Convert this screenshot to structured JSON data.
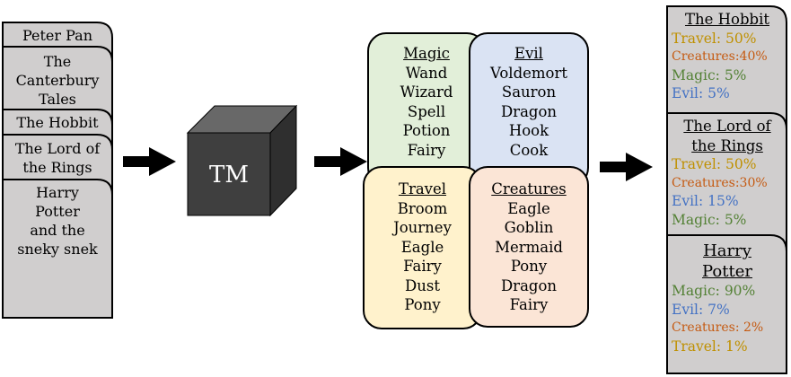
{
  "colors": {
    "doc_fill": "#d0cece",
    "magic_fill": "#e2efd9",
    "evil_fill": "#dae3f3",
    "travel_fill": "#fff2cc",
    "creatures_fill": "#fbe5d6",
    "cube_front": "#3f3f3f",
    "cube_top": "#686868",
    "cube_side": "#2f2f2f",
    "travel_text": "#bf9000",
    "creatures_text": "#c55a11",
    "magic_text": "#538135",
    "evil_text": "#4472c4"
  },
  "input_documents": [
    {
      "title": "Peter Pan"
    },
    {
      "title": "The Canterbury Tales"
    },
    {
      "title": "The Hobbit"
    },
    {
      "title": "The Lord of the Rings"
    },
    {
      "title": "Harry Potter and the sneky snek"
    }
  ],
  "input_documents_lines": [
    [
      "Peter Pan"
    ],
    [
      "The",
      "Canterbury",
      "Tales"
    ],
    [
      "The Hobbit"
    ],
    [
      "The Lord of",
      "the Rings"
    ],
    [
      "Harry",
      "Potter",
      "and the",
      "sneky snek"
    ]
  ],
  "model": {
    "label": "TM",
    "icon": "cube-icon"
  },
  "arrows": [
    {
      "icon": "arrow-right-icon"
    },
    {
      "icon": "arrow-right-icon"
    },
    {
      "icon": "arrow-right-icon"
    }
  ],
  "topics": [
    {
      "name": "Magic",
      "words": [
        "Wand",
        "Wizard",
        "Spell",
        "Potion",
        "Fairy"
      ]
    },
    {
      "name": "Evil",
      "words": [
        "Voldemort",
        "Sauron",
        "Dragon",
        "Hook",
        "Cook"
      ]
    },
    {
      "name": "Travel",
      "words": [
        "Broom",
        "Journey",
        "Eagle",
        "Fairy",
        "Dust",
        "Pony"
      ]
    },
    {
      "name": "Creatures",
      "words": [
        "Eagle",
        "Goblin",
        "Mermaid",
        "Pony",
        "Dragon",
        "Fairy"
      ]
    }
  ],
  "results": [
    {
      "title_lines": [
        "The Hobbit"
      ],
      "topics": [
        {
          "label": "Travel: 50%",
          "topic": "Travel",
          "percent": 50
        },
        {
          "label": "Creatures:40%",
          "topic": "Creatures",
          "percent": 40
        },
        {
          "label": "Magic: 5%",
          "topic": "Magic",
          "percent": 5
        },
        {
          "label": "Evil: 5%",
          "topic": "Evil",
          "percent": 5
        }
      ]
    },
    {
      "title_lines": [
        "The Lord of",
        "the Rings"
      ],
      "topics": [
        {
          "label": "Travel: 50%",
          "topic": "Travel",
          "percent": 50
        },
        {
          "label": "Creatures:30%",
          "topic": "Creatures",
          "percent": 30
        },
        {
          "label": "Evil: 15%",
          "topic": "Evil",
          "percent": 15
        },
        {
          "label": "Magic: 5%",
          "topic": "Magic",
          "percent": 5
        }
      ]
    },
    {
      "title_lines": [
        "Harry",
        "Potter"
      ],
      "topics": [
        {
          "label": "Magic: 90%",
          "topic": "Magic",
          "percent": 90
        },
        {
          "label": "Evil: 7%",
          "topic": "Evil",
          "percent": 7
        },
        {
          "label": "Creatures: 2%",
          "topic": "Creatures",
          "percent": 2
        },
        {
          "label": "Travel: 1%",
          "topic": "Travel",
          "percent": 1
        }
      ]
    }
  ]
}
